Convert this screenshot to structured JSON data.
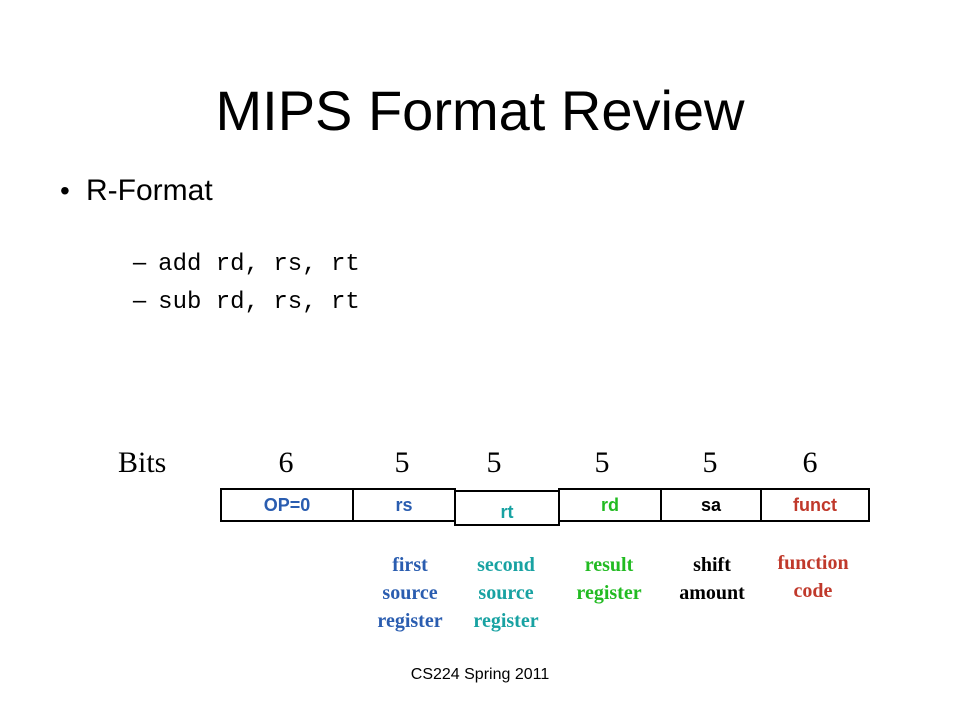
{
  "slide": {
    "title": "MIPS Format Review",
    "bullet": "R-Format",
    "sub_items": [
      "add rd, rs, rt",
      "sub rd, rs, rt"
    ],
    "footer": "CS224 Spring 2011"
  },
  "diagram": {
    "bits_label": "Bits",
    "bit_widths": [
      "6",
      "5",
      "5",
      "5",
      "5",
      "6"
    ],
    "fields": [
      {
        "label": "OP=0",
        "color": "#2a5db0"
      },
      {
        "label": "rs",
        "color": "#2a5db0"
      },
      {
        "label": "rt",
        "color": "#18a2a2"
      },
      {
        "label": "rd",
        "color": "#22bb22"
      },
      {
        "label": "sa",
        "color": "#000000"
      },
      {
        "label": "funct",
        "color": "#c0392b"
      }
    ],
    "descriptions": [
      {
        "text": "first\nsource\nregister",
        "color": "#2a5db0"
      },
      {
        "text": "second\nsource\nregister",
        "color": "#18a2a2"
      },
      {
        "text": "result\nregister",
        "color": "#22bb22"
      },
      {
        "text": "shift\namount",
        "color": "#000000"
      },
      {
        "text": "function\ncode",
        "color": "#c0392b"
      }
    ]
  }
}
